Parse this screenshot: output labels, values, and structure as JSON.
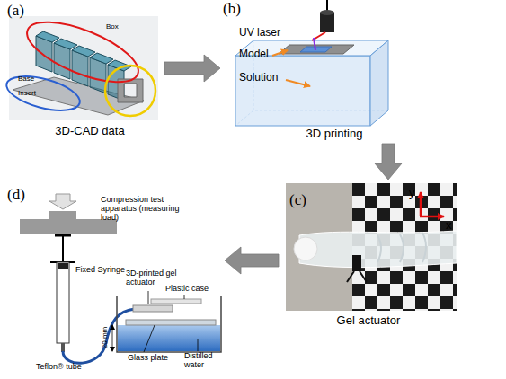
{
  "diagram": {
    "nodes": [
      {
        "text": [
          "(a)",
          "3D-CAD data"
        ]
      },
      {
        "text": [
          "(b)",
          "3D printing"
        ]
      },
      {
        "text": [
          "(c)",
          "Gel actuator"
        ]
      },
      {
        "text": [
          "(d)"
        ]
      }
    ],
    "edges": [
      {
        "from": 0,
        "to": 1,
        "arrow": "to"
      },
      {
        "from": 1,
        "to": 2,
        "arrow": "to"
      },
      {
        "from": 2,
        "to": 3,
        "arrow": "to"
      }
    ],
    "labels": [
      "Box",
      "Base",
      "Insert",
      "UV laser",
      "Model",
      "Solution",
      "y",
      "x",
      "Compression test apparatus (measuring load)",
      "Fixed Syringe",
      "3D-printed gel actuator",
      "Plastic case",
      "20 mm",
      "Glass plate",
      "Distilled water",
      "Teflon® tube"
    ]
  }
}
